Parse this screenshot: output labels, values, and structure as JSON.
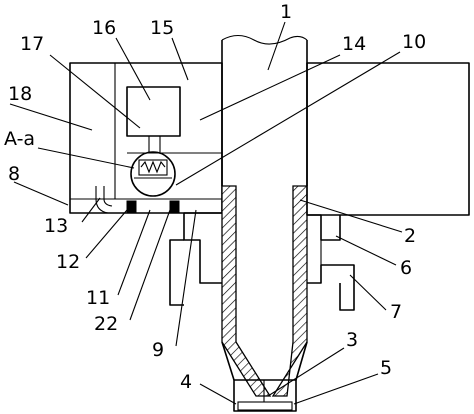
{
  "labels": {
    "l1": "1",
    "l2": "2",
    "l3": "3",
    "l4": "4",
    "l5": "5",
    "l6": "6",
    "l7": "7",
    "l8": "8",
    "l9": "9",
    "l10": "10",
    "l11": "11",
    "l12": "12",
    "l13": "13",
    "l14": "14",
    "l15": "15",
    "l16": "16",
    "l17": "17",
    "l18": "18",
    "l22": "22",
    "la": "A-a"
  }
}
